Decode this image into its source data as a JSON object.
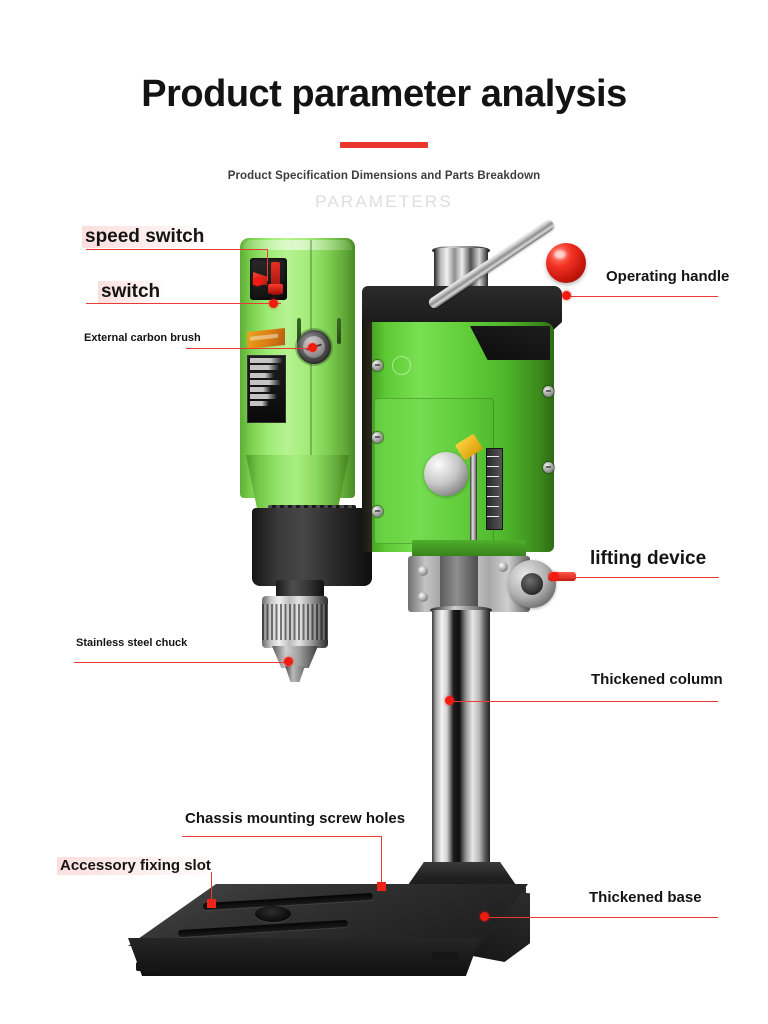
{
  "header": {
    "title": "Product parameter analysis",
    "subtitle": "Product Specification Dimensions and Parts Breakdown",
    "watermark": "PARAMETERS"
  },
  "colors": {
    "accent_red": "#e8352e",
    "leader_line": "#ea3b33",
    "motor_green": "#9ceb74",
    "head_green": "#5cc832",
    "body_black": "#1a1a1a",
    "background": "#ffffff",
    "chrome": "#d0d0d0"
  },
  "callouts": [
    {
      "id": "speed-switch",
      "label": "speed switch",
      "side": "left",
      "size": "big"
    },
    {
      "id": "switch",
      "label": "switch",
      "side": "left",
      "size": "big"
    },
    {
      "id": "external-carbon-brush",
      "label": "External carbon brush",
      "side": "left",
      "size": "sm"
    },
    {
      "id": "stainless-steel-chuck",
      "label": "Stainless steel chuck",
      "side": "left",
      "size": "sm"
    },
    {
      "id": "accessory-fixing-slot",
      "label": "Accessory fixing slot",
      "side": "left",
      "size": "mid"
    },
    {
      "id": "chassis-mounting-screw-holes",
      "label": "Chassis mounting screw holes",
      "side": "left",
      "size": "mid"
    },
    {
      "id": "operating-handle",
      "label": "Operating handle",
      "side": "right",
      "size": "mid"
    },
    {
      "id": "lifting-device",
      "label": "lifting device",
      "side": "right",
      "size": "big"
    },
    {
      "id": "thickened-column",
      "label": "Thickened column",
      "side": "right",
      "size": "mid"
    },
    {
      "id": "thickened-base",
      "label": "Thickened base",
      "side": "right",
      "size": "mid"
    }
  ],
  "product": {
    "name": "bench drill press",
    "parts": [
      "motor housing",
      "speed switch",
      "power switch",
      "carbon brush cap",
      "specification label",
      "drill chuck",
      "head assembly",
      "operating handle",
      "depth scale",
      "lifting collar",
      "chrome column",
      "cast base"
    ]
  }
}
